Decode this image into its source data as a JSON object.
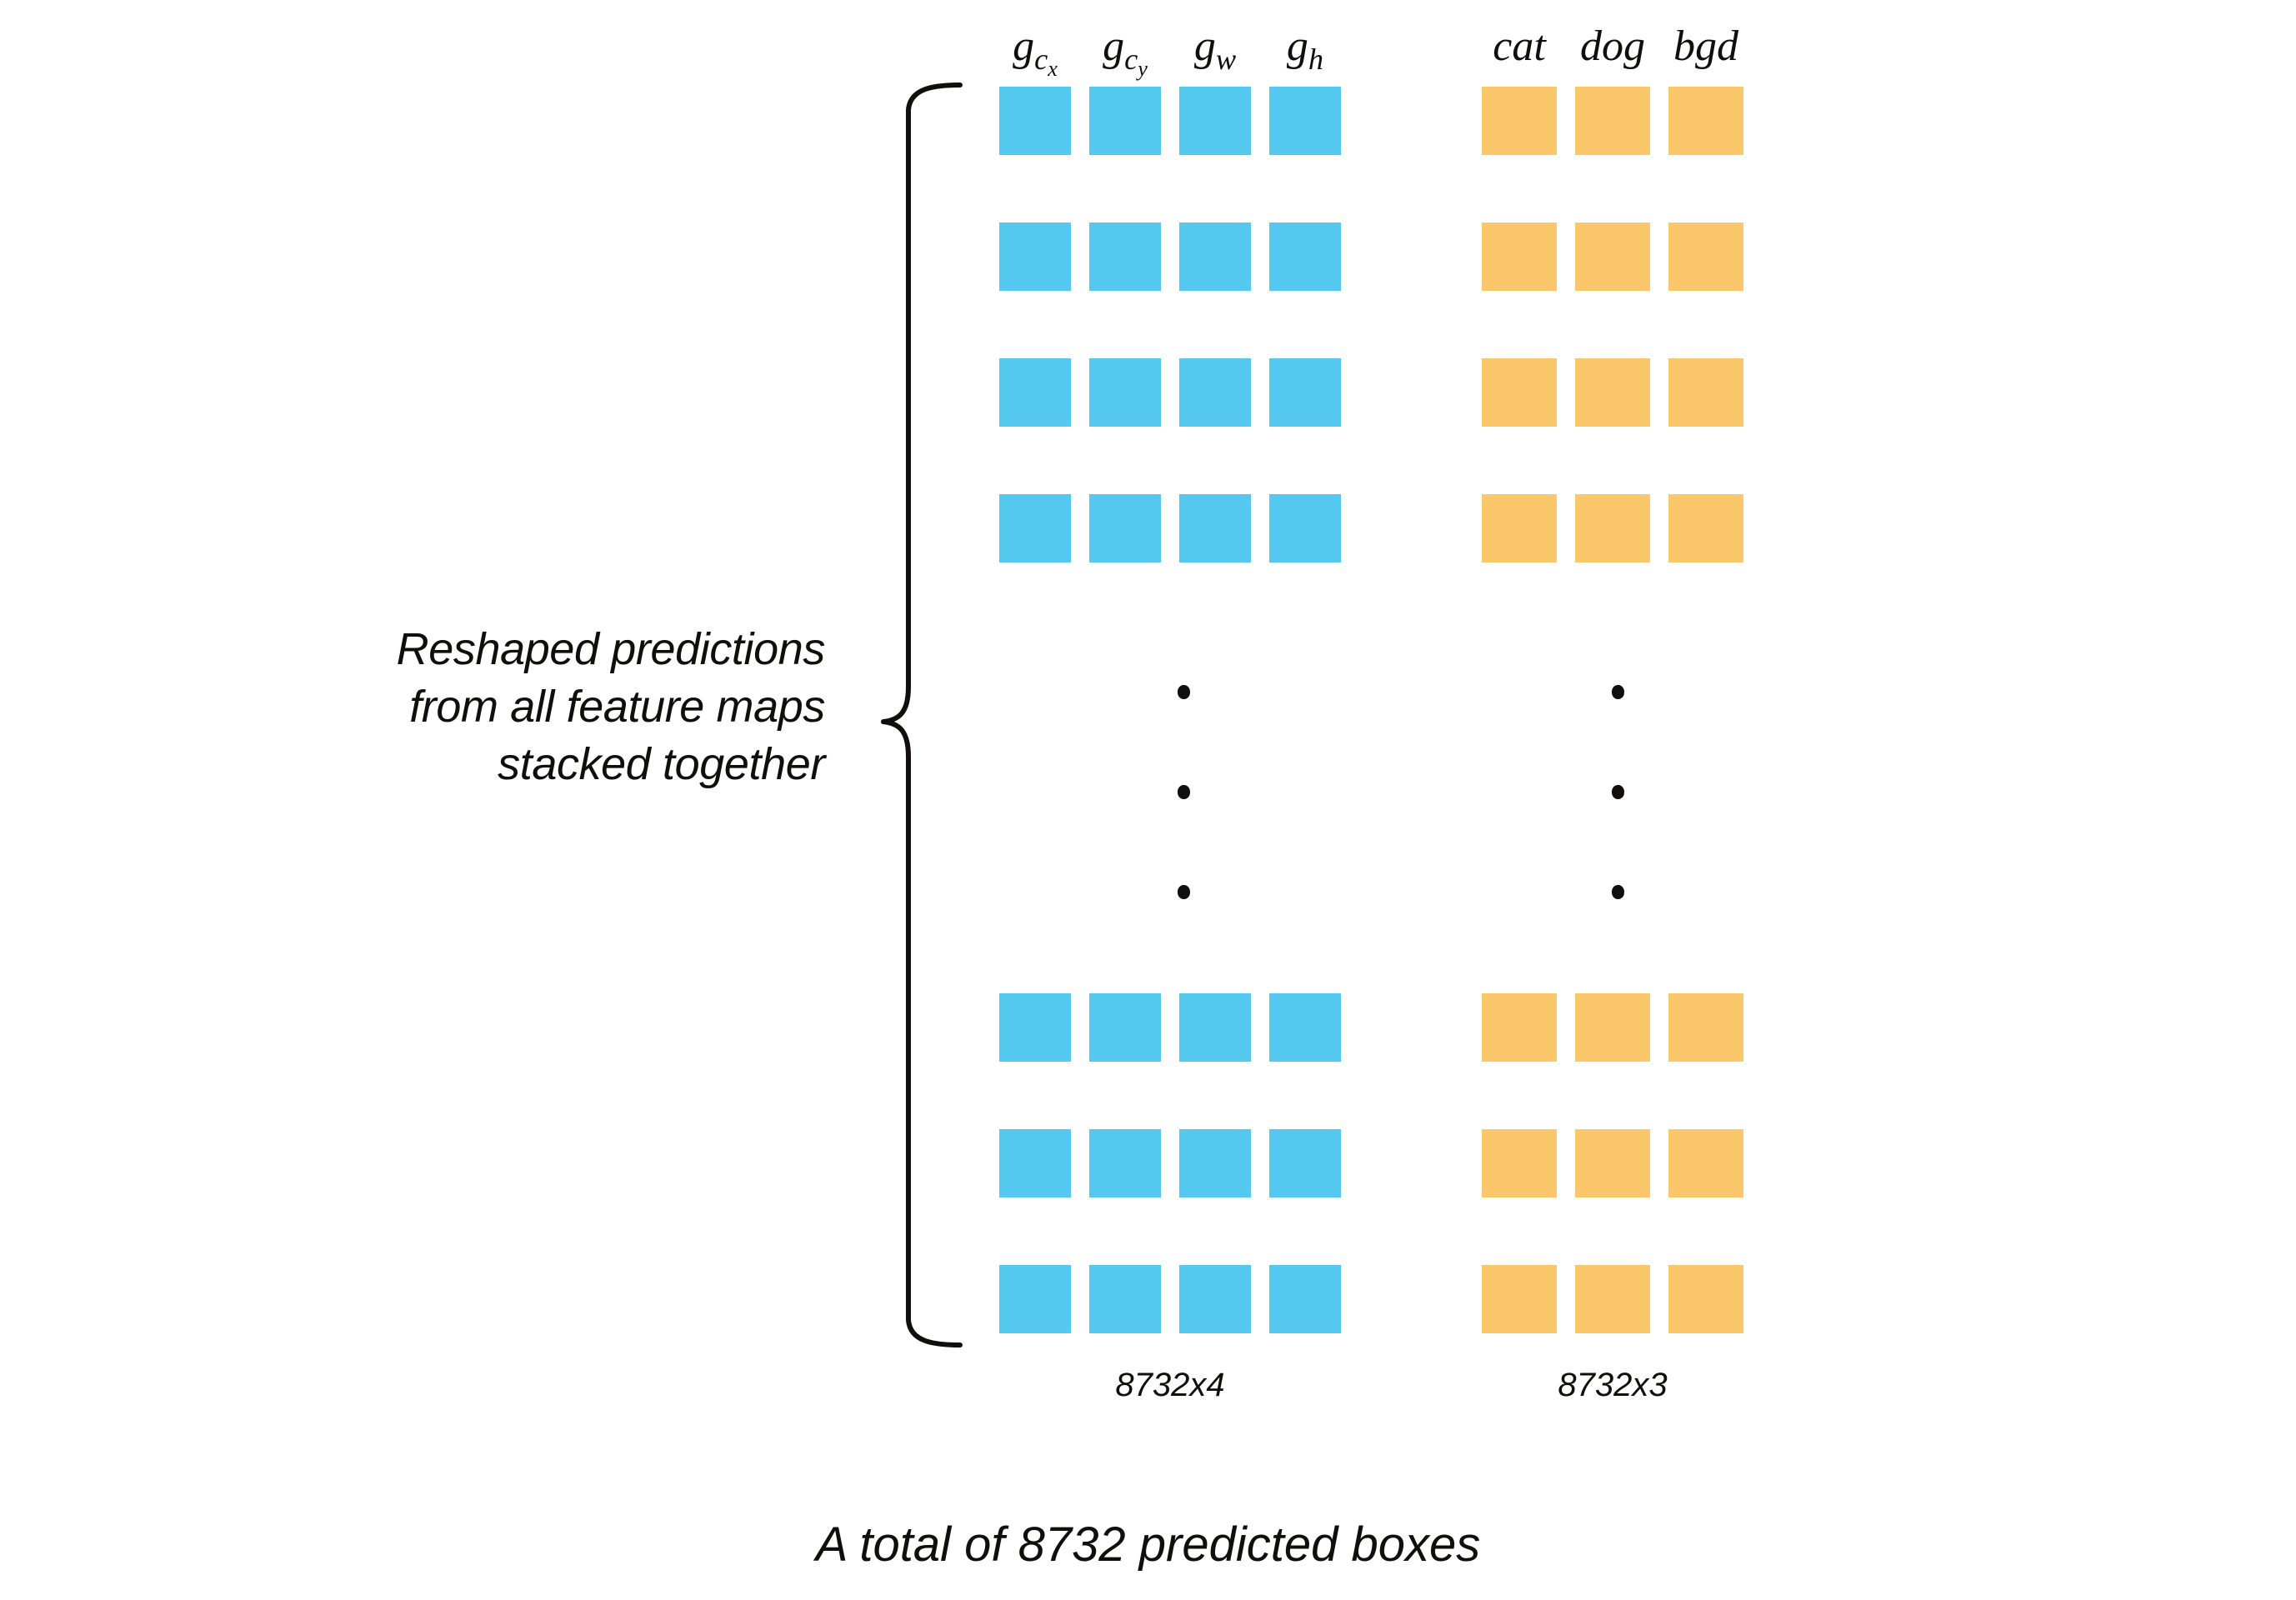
{
  "diagram": {
    "title_caption": "A total of 8732 predicted boxes",
    "side_caption": {
      "line1": "Reshaped predictions",
      "line2": "from all feature maps",
      "line3": "stacked together"
    },
    "colors": {
      "localization_block": "#55c8f0",
      "classification_block": "#fac76a",
      "ink": "#100f0d",
      "background": "#ffffff"
    },
    "groups": [
      {
        "name": "localization-predictions",
        "dim_caption": "8732x4",
        "column_count": 4,
        "columns": [
          {
            "base": "g",
            "sub": "c",
            "sub2": "x"
          },
          {
            "base": "g",
            "sub": "c",
            "sub2": "y"
          },
          {
            "base": "g",
            "sub": "w",
            "sub2": ""
          },
          {
            "base": "g",
            "sub": "h",
            "sub2": ""
          }
        ]
      },
      {
        "name": "class-score-predictions",
        "dim_caption": "8732x3",
        "column_count": 3,
        "columns": [
          {
            "base": "cat",
            "sub": "",
            "sub2": ""
          },
          {
            "base": "dog",
            "sub": "",
            "sub2": ""
          },
          {
            "base": "bgd",
            "sub": "",
            "sub2": ""
          }
        ]
      }
    ],
    "rows": {
      "top_group_count": 4,
      "bottom_group_count": 3,
      "ellipsis_dots": 3,
      "total_rows_represented": 8732
    }
  }
}
